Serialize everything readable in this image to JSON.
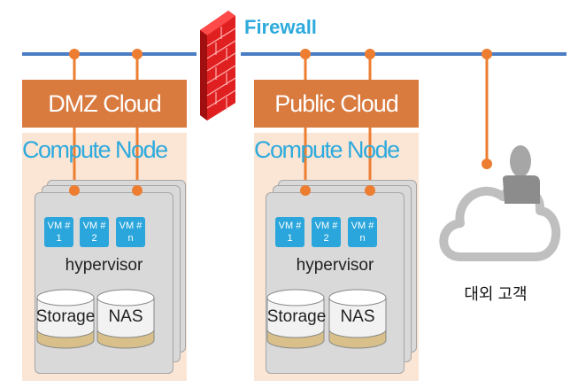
{
  "firewall": {
    "label": "Firewall"
  },
  "zones": [
    {
      "title": "DMZ Cloud",
      "compute_label": "Compute Node",
      "vms": [
        {
          "line1": "VM #",
          "line2": "1"
        },
        {
          "line1": "VM #",
          "line2": "2"
        },
        {
          "line1": "VM #",
          "line2": "n"
        }
      ],
      "hypervisor": "hypervisor",
      "storage_label": "Storage",
      "nas_label": "NAS"
    },
    {
      "title": "Public Cloud",
      "compute_label": "Compute Node",
      "vms": [
        {
          "line1": "VM #",
          "line2": "1"
        },
        {
          "line1": "VM #",
          "line2": "2"
        },
        {
          "line1": "VM #",
          "line2": "n"
        }
      ],
      "hypervisor": "hypervisor",
      "storage_label": "Storage",
      "nas_label": "NAS"
    }
  ],
  "customer": {
    "label": "대외 고객"
  },
  "colors": {
    "network_line": "#4a7dc4",
    "connector": "#ed7d31",
    "header": "#d97a3f",
    "accent": "#2eaadc",
    "firewall": "#e02020"
  }
}
